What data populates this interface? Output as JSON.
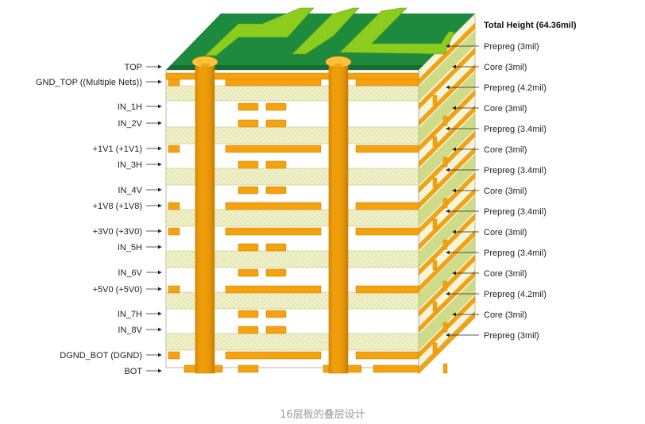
{
  "colors": {
    "copper": "#f5a20f",
    "copper_dark": "#c97d00",
    "prepreg": "#e6e8b4",
    "core": "#ffffff",
    "board_top": "#1e8a3e",
    "trace_green": "#8ccc1e",
    "side_dark": "#c8d77a"
  },
  "left_labels": [
    "TOP",
    "GND_TOP ((Multiple Nets))",
    "IN_1H",
    "IN_2V",
    "+1V1 (+1V1)",
    "IN_3H",
    "IN_4V",
    "+1V8 (+1V8)",
    "+3V0 (+3V0)",
    "IN_5H",
    "IN_6V",
    "+5V0 (+5V0)",
    "IN_7H",
    "IN_8V",
    "DGND_BOT (DGND)",
    "BOT"
  ],
  "right_title": "Total Height (64.36mil)",
  "right_labels": [
    "Prepreg (3mil)",
    "Core (3mil)",
    "Prepreg (4.2mil)",
    "Core (3mil)",
    "Prepreg (3.4mil)",
    "Core (3mil)",
    "Prepreg (3.4mil)",
    "Core (3mil)",
    "Prepreg (3.4mil)",
    "Core (3mil)",
    "Prepreg (3.4mil)",
    "Core (3mil)",
    "Prepreg (4.2mil)",
    "Core (3mil)",
    "Prepreg (3mil)"
  ],
  "caption": "16层板的叠层设计"
}
